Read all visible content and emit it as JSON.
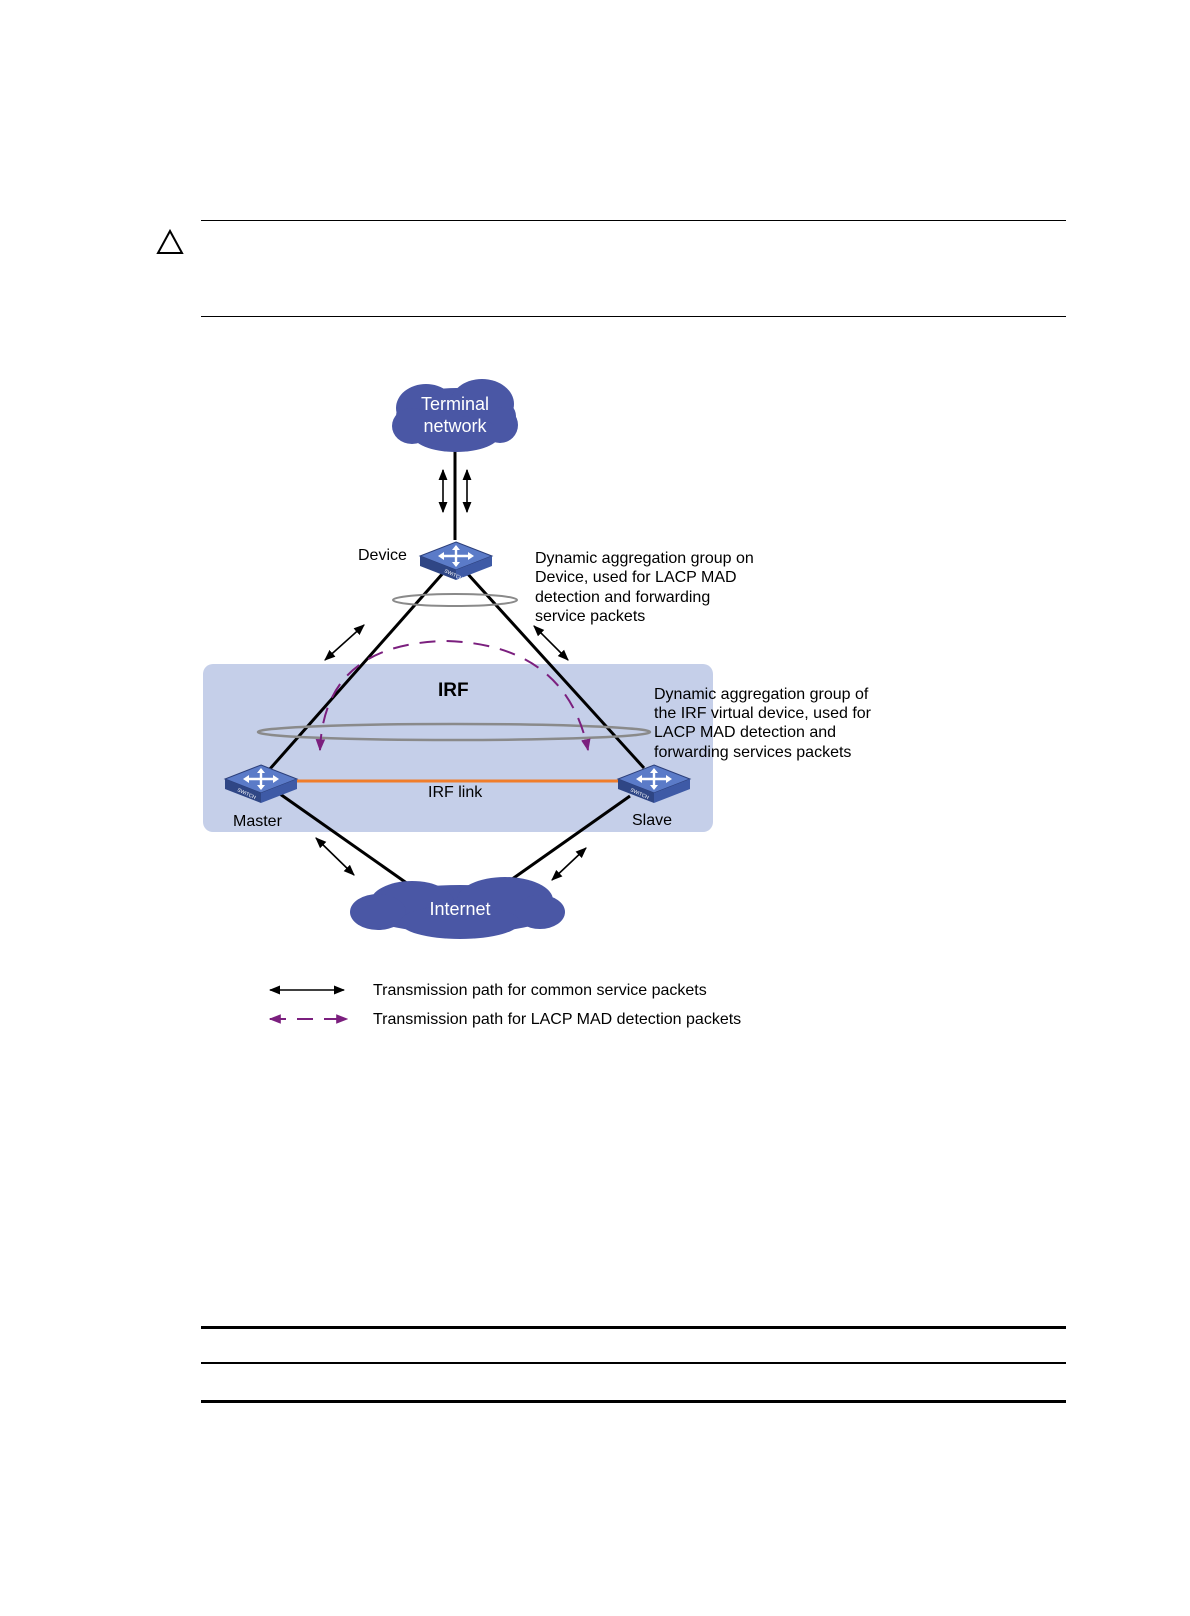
{
  "diagram": {
    "terminal_network": [
      "Terminal",
      "network"
    ],
    "device_label": "Device",
    "device_annotation": [
      "Dynamic aggregation group on",
      "Device, used for LACP MAD",
      "detection and forwarding",
      "service packets"
    ],
    "irf_label": "IRF",
    "irf_annotation": [
      "Dynamic aggregation group of",
      "the IRF virtual device, used for",
      "LACP MAD detection and",
      "forwarding services packets"
    ],
    "irf_link_label": "IRF link",
    "master_label": "Master",
    "slave_label": "Slave",
    "internet_label": "Internet",
    "switch_badge": "SWITCH",
    "legend": {
      "common": "Transmission path for common service packets",
      "lacp": "Transmission path for LACP MAD detection packets"
    }
  },
  "colors": {
    "cloud": "#4a57a5",
    "irf_box": "#c5cfe9",
    "irf_link": "#f07d2b",
    "lacp_path": "#7b1f7e",
    "aggregation_ellipse": "#8a8a8a",
    "switch": "#3e5aa6"
  },
  "icons": [
    "caution-icon",
    "switch-icon",
    "cloud-icon"
  ]
}
